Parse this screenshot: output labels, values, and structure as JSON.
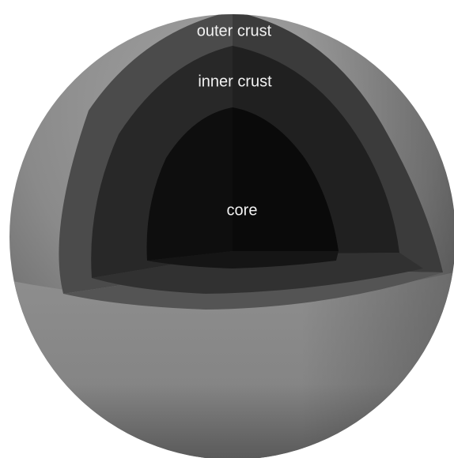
{
  "diagram": {
    "labels": {
      "outer": "outer crust",
      "inner": "inner crust",
      "core": "core"
    }
  },
  "colors": {
    "sphere_light": "#9a9a9a",
    "sphere_mid": "#6f6f6f",
    "sphere_dark": "#3c3c3c",
    "outer_crust_left": "#484848",
    "outer_crust_right": "#3a3a3a",
    "inner_crust_left": "#262626",
    "inner_crust_right": "#1f1f1f",
    "core": "#0b0b0b",
    "label_text": "#f2f2f2"
  }
}
